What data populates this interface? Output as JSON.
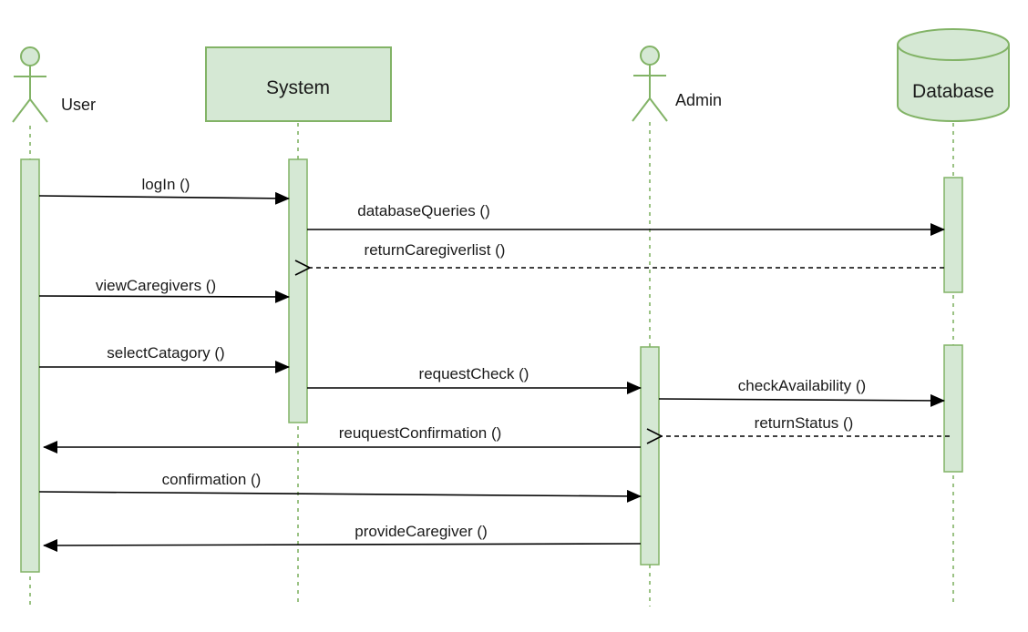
{
  "colors": {
    "fill": "#d5e8d4",
    "stroke": "#82b366",
    "line": "#000000"
  },
  "participants": [
    {
      "id": "user",
      "label": "User",
      "shape": "actor",
      "icon": "actor-icon"
    },
    {
      "id": "system",
      "label": "System",
      "shape": "box"
    },
    {
      "id": "admin",
      "label": "Admin",
      "shape": "actor",
      "icon": "actor-icon"
    },
    {
      "id": "database",
      "label": "Database",
      "shape": "cylinder",
      "icon": "database-icon"
    }
  ],
  "messages": [
    {
      "label": "logIn ()",
      "from": "user",
      "to": "system",
      "type": "sync"
    },
    {
      "label": "databaseQueries ()",
      "from": "system",
      "to": "database",
      "type": "sync"
    },
    {
      "label": "returnCaregiverlist ()",
      "from": "database",
      "to": "system",
      "type": "return"
    },
    {
      "label": "viewCaregivers ()",
      "from": "user",
      "to": "system",
      "type": "sync"
    },
    {
      "label": "selectCatagory ()",
      "from": "user",
      "to": "system",
      "type": "sync"
    },
    {
      "label": "requestCheck ()",
      "from": "system",
      "to": "admin",
      "type": "sync"
    },
    {
      "label": "checkAvailability ()",
      "from": "admin",
      "to": "database",
      "type": "sync"
    },
    {
      "label": "returnStatus ()",
      "from": "database",
      "to": "admin",
      "type": "return"
    },
    {
      "label": "reuquestConfirmation ()",
      "from": "admin",
      "to": "user",
      "type": "sync"
    },
    {
      "label": "confirmation ()",
      "from": "user",
      "to": "admin",
      "type": "sync"
    },
    {
      "label": "provideCaregiver ()",
      "from": "admin",
      "to": "user",
      "type": "sync"
    }
  ]
}
